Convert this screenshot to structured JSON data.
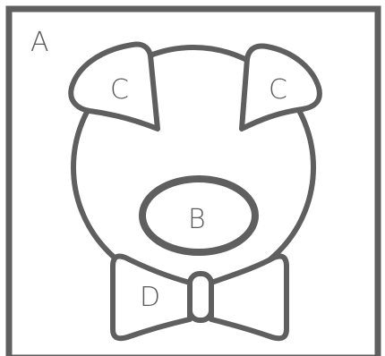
{
  "labels": {
    "outer": "A",
    "snout": "B",
    "ear_left": "C",
    "ear_right": "C",
    "bow_tie": "D"
  },
  "colors": {
    "stroke": "#5f5f5f",
    "text": "#5a5a5a",
    "background": "#ffffff"
  }
}
